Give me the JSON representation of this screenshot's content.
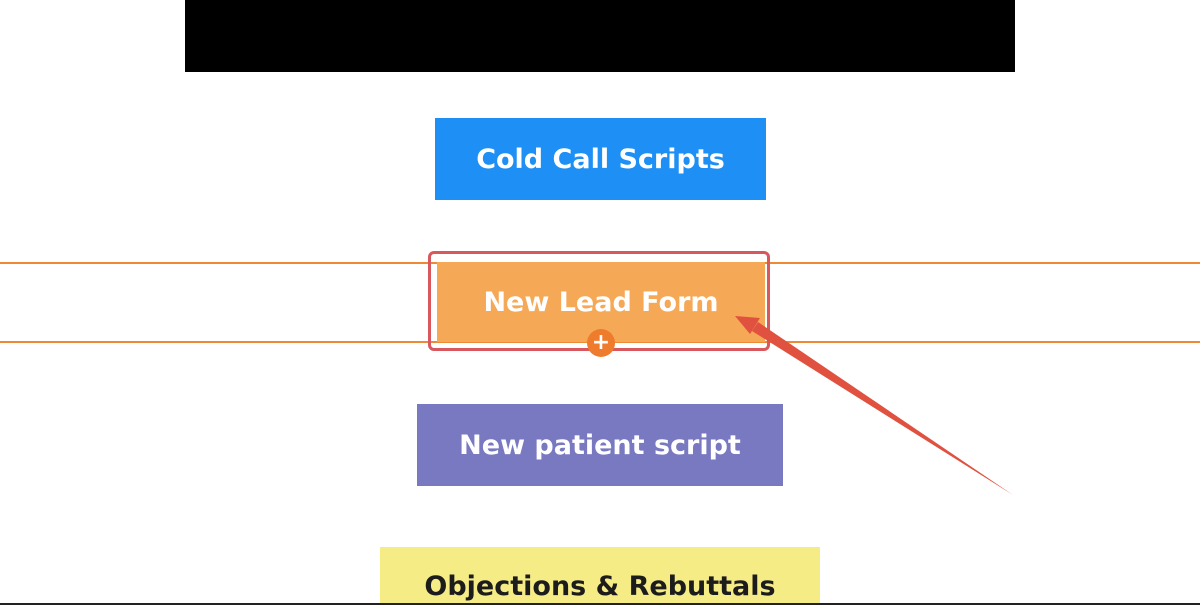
{
  "colors": {
    "cold_bg": "#1e90f5",
    "lead_bg": "#f5a855",
    "patient_bg": "#7879c1",
    "objections_bg": "#f6ec86",
    "guide_line": "#ee8a33",
    "selection_border": "#d8585e",
    "add_handle_bg": "#ef7b2c",
    "arrow": "#e0513f"
  },
  "buttons": {
    "cold_call": "Cold Call Scripts",
    "new_lead": "New Lead Form",
    "new_patient": "New patient script",
    "objections": "Objections & Rebuttals"
  },
  "editor": {
    "add_icon": "plus-icon",
    "add_symbol": "+"
  }
}
